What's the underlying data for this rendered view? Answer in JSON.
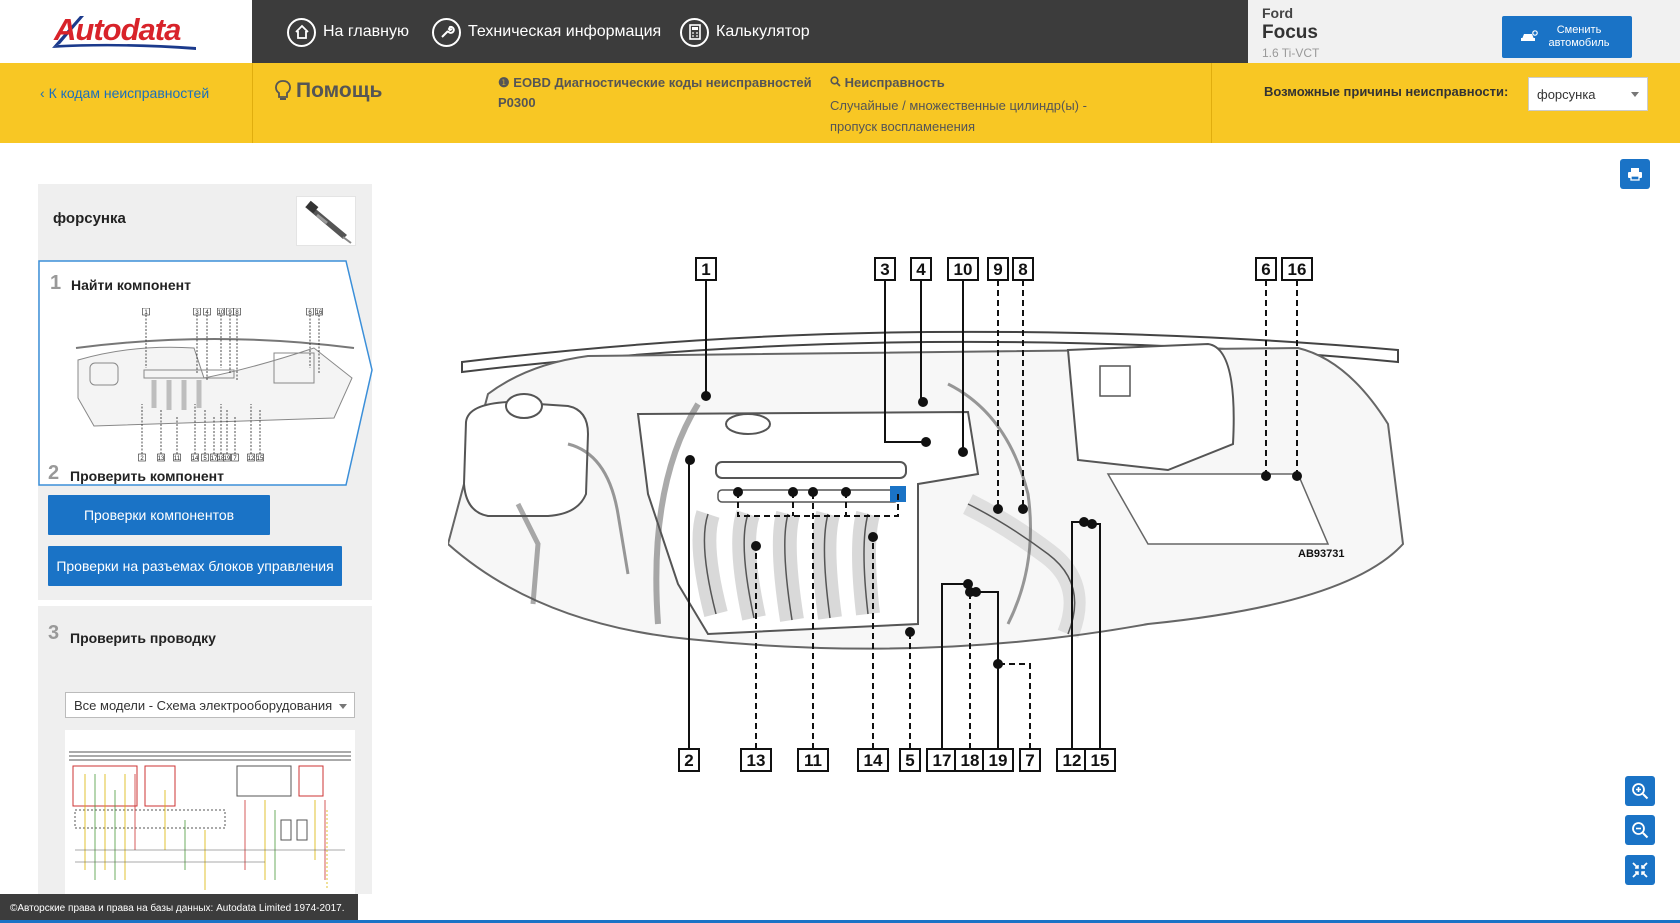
{
  "brand": {
    "logo_text": "Autodata"
  },
  "nav": [
    {
      "label": "На главную",
      "icon": "home-icon"
    },
    {
      "label": "Техническая информация",
      "icon": "wrench-icon"
    },
    {
      "label": "Калькулятор",
      "icon": "calculator-icon"
    }
  ],
  "vehicle": {
    "make": "Ford",
    "model": "Focus",
    "engine": "1.6 Ti-VCT",
    "change_label": "Сменить автомобиль"
  },
  "header": {
    "back_label": "К кодам неисправностей",
    "help_label": "Помощь",
    "eobd_label": "EOBD Диагностические коды неисправностей",
    "code": "P0300",
    "fault_heading": "Неисправность",
    "fault_desc": "Случайные / множественные цилиндр(ы) - пропуск воспламенения",
    "causes_label": "Возможные причины неисправности:",
    "causes_value": "форсунка"
  },
  "panel": {
    "component": "форсунка",
    "steps": [
      {
        "num": "1",
        "label": "Найти компонент"
      },
      {
        "num": "2",
        "label": "Проверить компонент"
      },
      {
        "num": "3",
        "label": "Проверить проводку"
      }
    ],
    "btn_component_checks": "Проверки компонентов",
    "btn_ecu_checks": "Проверки на разъемах блоков управления",
    "wiring_select": "Все модели - Схема электрооборудования"
  },
  "diagram": {
    "ref_code": "AB93731",
    "top_labels": [
      "1",
      "3",
      "4",
      "10",
      "9",
      "8",
      "6",
      "16"
    ],
    "bottom_labels": [
      "2",
      "13",
      "11",
      "14",
      "5",
      "17",
      "18",
      "19",
      "7",
      "12",
      "15"
    ],
    "mini_top": [
      "1",
      "3",
      "4",
      "10",
      "9",
      "8",
      "6",
      "16"
    ],
    "mini_bottom": [
      "2",
      "13",
      "11",
      "14",
      "5",
      "17",
      "18",
      "19",
      "7",
      "12",
      "15"
    ]
  },
  "copyright": "©Авторские права и права на базы данных: Autodata Limited 1974-2017.",
  "colors": {
    "accent": "#1a73c6",
    "yellow": "#f8c724",
    "dark": "#3c3c3c",
    "brand_red": "#d8232a"
  }
}
